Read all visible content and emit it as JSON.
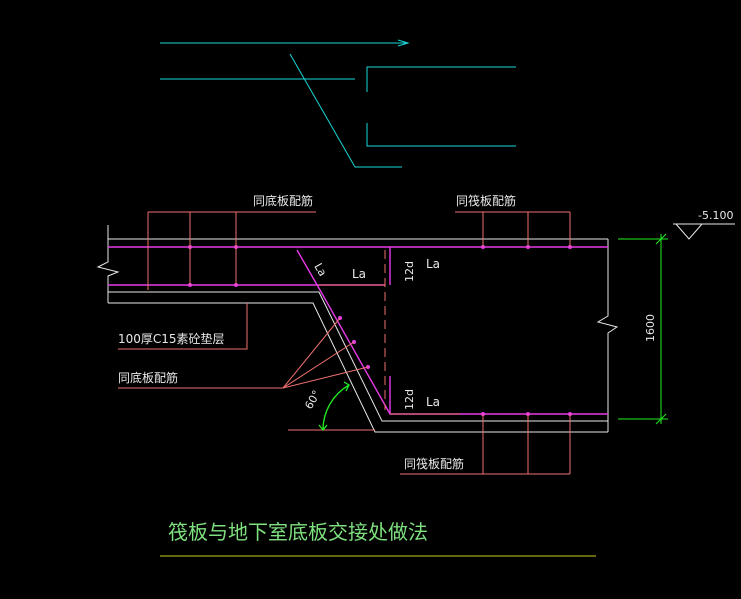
{
  "colors": {
    "background": "#000000",
    "cyan": "#19d6d6",
    "magenta": "#e73be7",
    "pink": "#f07070",
    "white": "#e8e8e8",
    "green": "#22ee22",
    "title_green": "#7ee07e",
    "yellow_green": "#c8d020"
  },
  "labels": {
    "top_left_rebar": "同底板配筋",
    "top_right_rebar": "同筏板配筋",
    "cushion_layer": "100厚C15素砼垫层",
    "left_bottom_rebar": "同底板配筋",
    "bottom_right_rebar": "同筏板配筋",
    "la_slant": "La",
    "la_top_mid": "La",
    "la_top_right": "La",
    "la_bottom": "La",
    "twelve_d_top": "12d",
    "twelve_d_bottom": "12d",
    "angle": "60°",
    "elevation": "-5.100",
    "dim_height": "1600"
  },
  "title": "筏板与地下室底板交接处做法"
}
